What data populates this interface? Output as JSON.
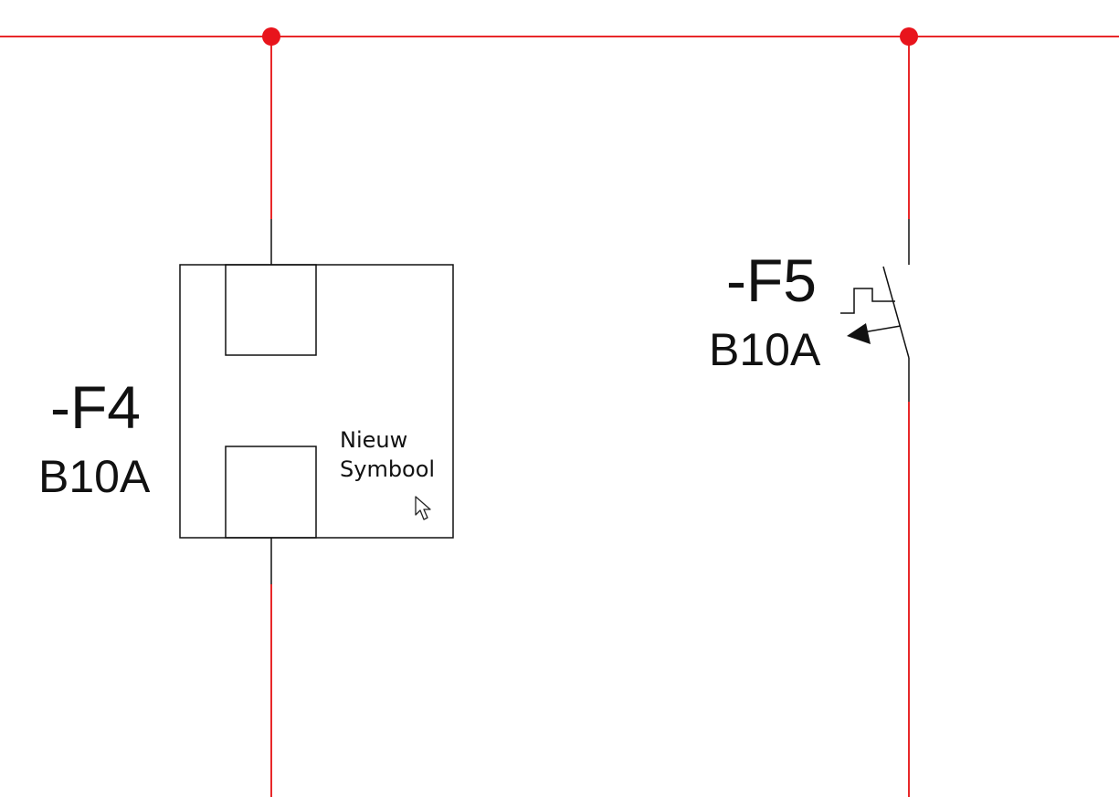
{
  "colors": {
    "wire": "#e8282a",
    "junction": "#e8141c",
    "symbol": "#111111",
    "background": "#ffffff"
  },
  "components": {
    "f4": {
      "tag": "-F4",
      "rating": "B10A",
      "symbol_caption": [
        "Nieuw",
        "Symbool"
      ]
    },
    "f5": {
      "tag": "-F5",
      "rating": "B10A"
    }
  },
  "cursor": {
    "icon": "arrow-pointer-icon"
  }
}
